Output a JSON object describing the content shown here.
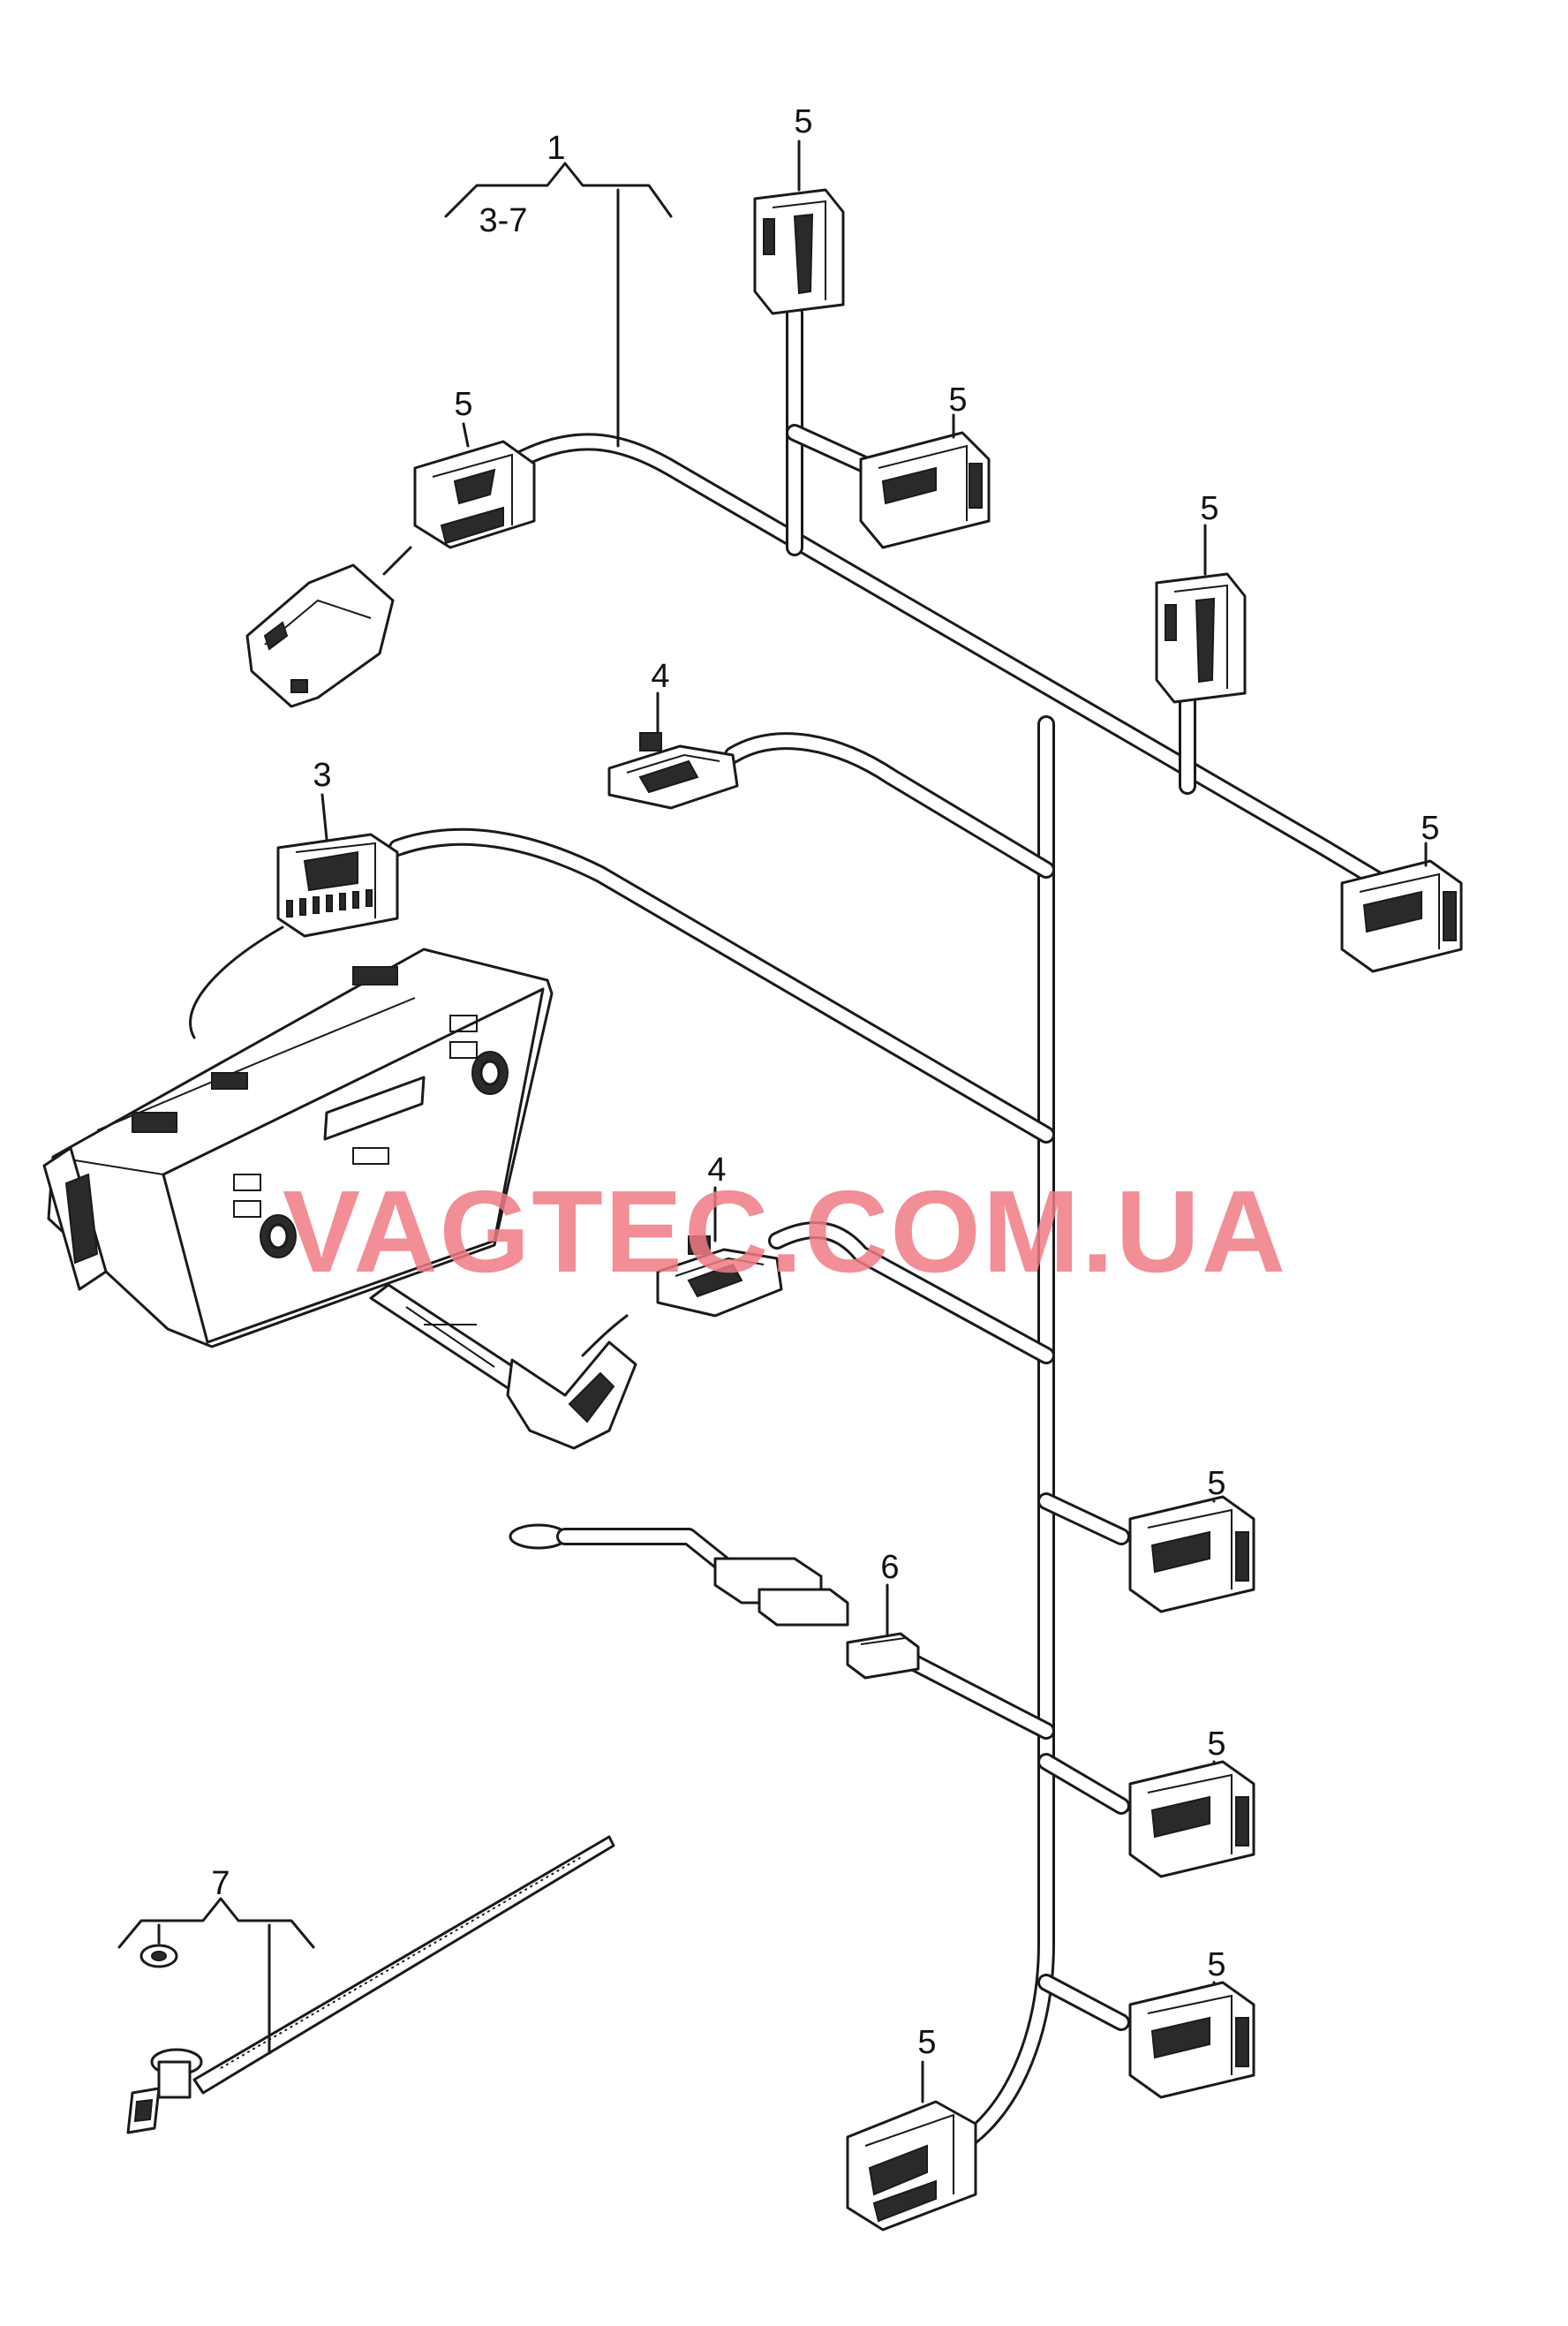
{
  "watermark": "VAGTEC.COM.UA",
  "callouts": {
    "c1": "1",
    "c1_range": "3-7",
    "c3": "3",
    "c4a": "4",
    "c4b": "4",
    "c5a": "5",
    "c5b": "5",
    "c5c": "5",
    "c5d": "5",
    "c5e": "5",
    "c5f": "5",
    "c5g": "5",
    "c5h": "5",
    "c5i": "5",
    "c6": "6",
    "c7": "7"
  }
}
